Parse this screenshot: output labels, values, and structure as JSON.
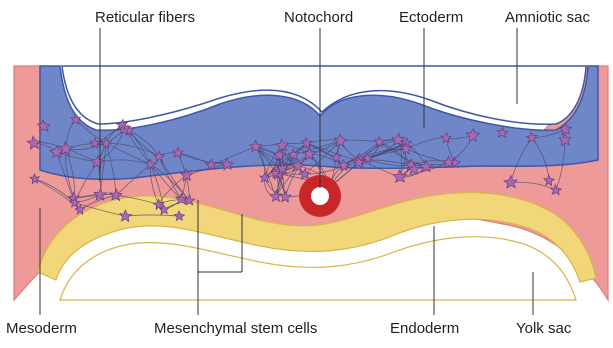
{
  "labels": {
    "reticular_fibers": "Reticular fibers",
    "notochord": "Notochord",
    "ectoderm": "Ectoderm",
    "amniotic_sac": "Amniotic sac",
    "mesoderm": "Mesoderm",
    "mesenchymal_stem_cells": "Mesenchymal stem cells",
    "endoderm": "Endoderm",
    "yolk_sac": "Yolk sac"
  },
  "colors": {
    "ectoderm": "#6f86c8",
    "ectoderm_dark": "#3f58a8",
    "mesoderm": "#ee9a98",
    "mesoderm_edge": "#e07c7c",
    "endoderm": "#f2d67a",
    "endoderm_edge": "#d8b54a",
    "notochord_ring": "#c8262b",
    "cell": "#a56bb2",
    "cell_edge": "#6d3c7a",
    "fiber": "#4b4a6e",
    "leader_line": "#333333",
    "label_text": "#1f1f1f"
  }
}
